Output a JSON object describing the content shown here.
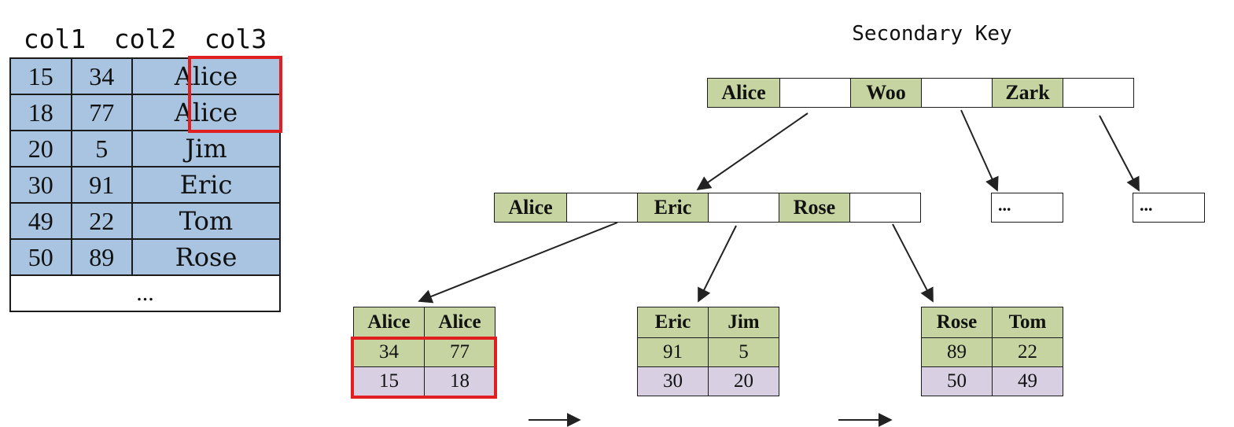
{
  "table": {
    "columns": [
      "col1",
      "col2",
      "col3"
    ],
    "rows": [
      [
        "15",
        "34",
        "Alice"
      ],
      [
        "18",
        "77",
        "Alice"
      ],
      [
        "20",
        "5",
        "Jim"
      ],
      [
        "30",
        "91",
        "Eric"
      ],
      [
        "49",
        "22",
        "Tom"
      ],
      [
        "50",
        "89",
        "Rose"
      ]
    ],
    "more": "..."
  },
  "index": {
    "title": "Secondary Key",
    "root": {
      "keys": [
        "Alice",
        "Woo",
        "Zark"
      ]
    },
    "internal": {
      "keys": [
        "Alice",
        "Eric",
        "Rose"
      ]
    },
    "stubs": [
      "...",
      "..."
    ],
    "leaves": [
      {
        "keys": [
          "Alice",
          "Alice"
        ],
        "values": [
          "34",
          "77"
        ],
        "pks": [
          "15",
          "18"
        ]
      },
      {
        "keys": [
          "Eric",
          "Jim"
        ],
        "values": [
          "91",
          "5"
        ],
        "pks": [
          "30",
          "20"
        ]
      },
      {
        "keys": [
          "Rose",
          "Tom"
        ],
        "values": [
          "89",
          "22"
        ],
        "pks": [
          "50",
          "49"
        ]
      }
    ]
  },
  "colors": {
    "row_fill": "#a9c4e0",
    "key_fill": "#c6d4a2",
    "pk_fill": "#d8d0e2",
    "highlight": "#e02020"
  }
}
